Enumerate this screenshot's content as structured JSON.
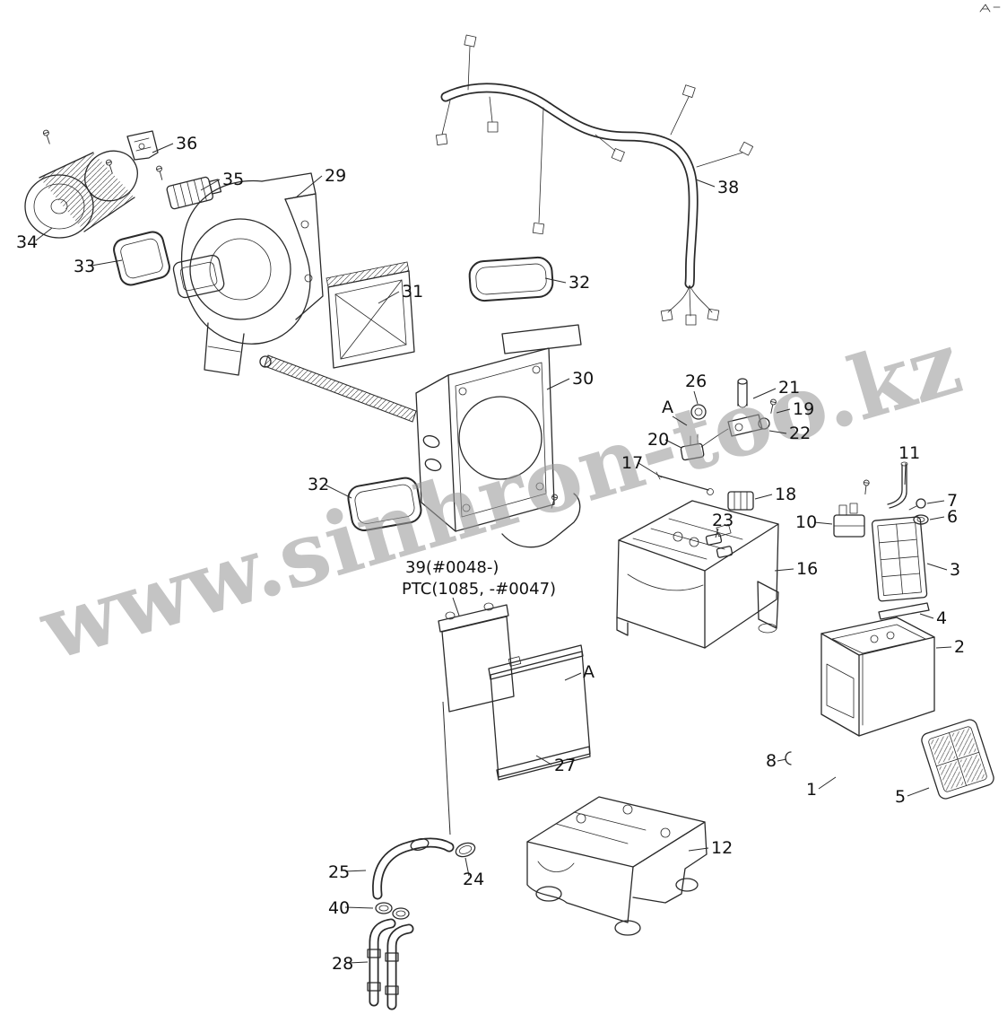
{
  "page": {
    "background": "#ffffff",
    "ink": "#2a2a2a"
  },
  "watermark": {
    "text": "www.sinhron-too.kz",
    "color": "#9b9b9b"
  },
  "variant_note": {
    "line1": "39(#0048-)",
    "line2": "PTC(1085, -#0047)"
  },
  "section_marks": {
    "a_top": "A",
    "a_mid": "A"
  },
  "callouts": {
    "n1": "1",
    "n2": "2",
    "n3": "3",
    "n4": "4",
    "n5": "5",
    "n6": "6",
    "n7": "7",
    "n8": "8",
    "n10": "10",
    "n11": "11",
    "n12": "12",
    "n16": "16",
    "n17": "17",
    "n18": "18",
    "n19": "19",
    "n20": "20",
    "n21": "21",
    "n22": "22",
    "n23": "23",
    "n24": "24",
    "n25": "25",
    "n26": "26",
    "n27": "27",
    "n28": "28",
    "n29": "29",
    "n30": "30",
    "n31": "31",
    "n32a": "32",
    "n32b": "32",
    "n33": "33",
    "n34": "34",
    "n35": "35",
    "n36": "36",
    "n38": "38",
    "n40": "40"
  }
}
